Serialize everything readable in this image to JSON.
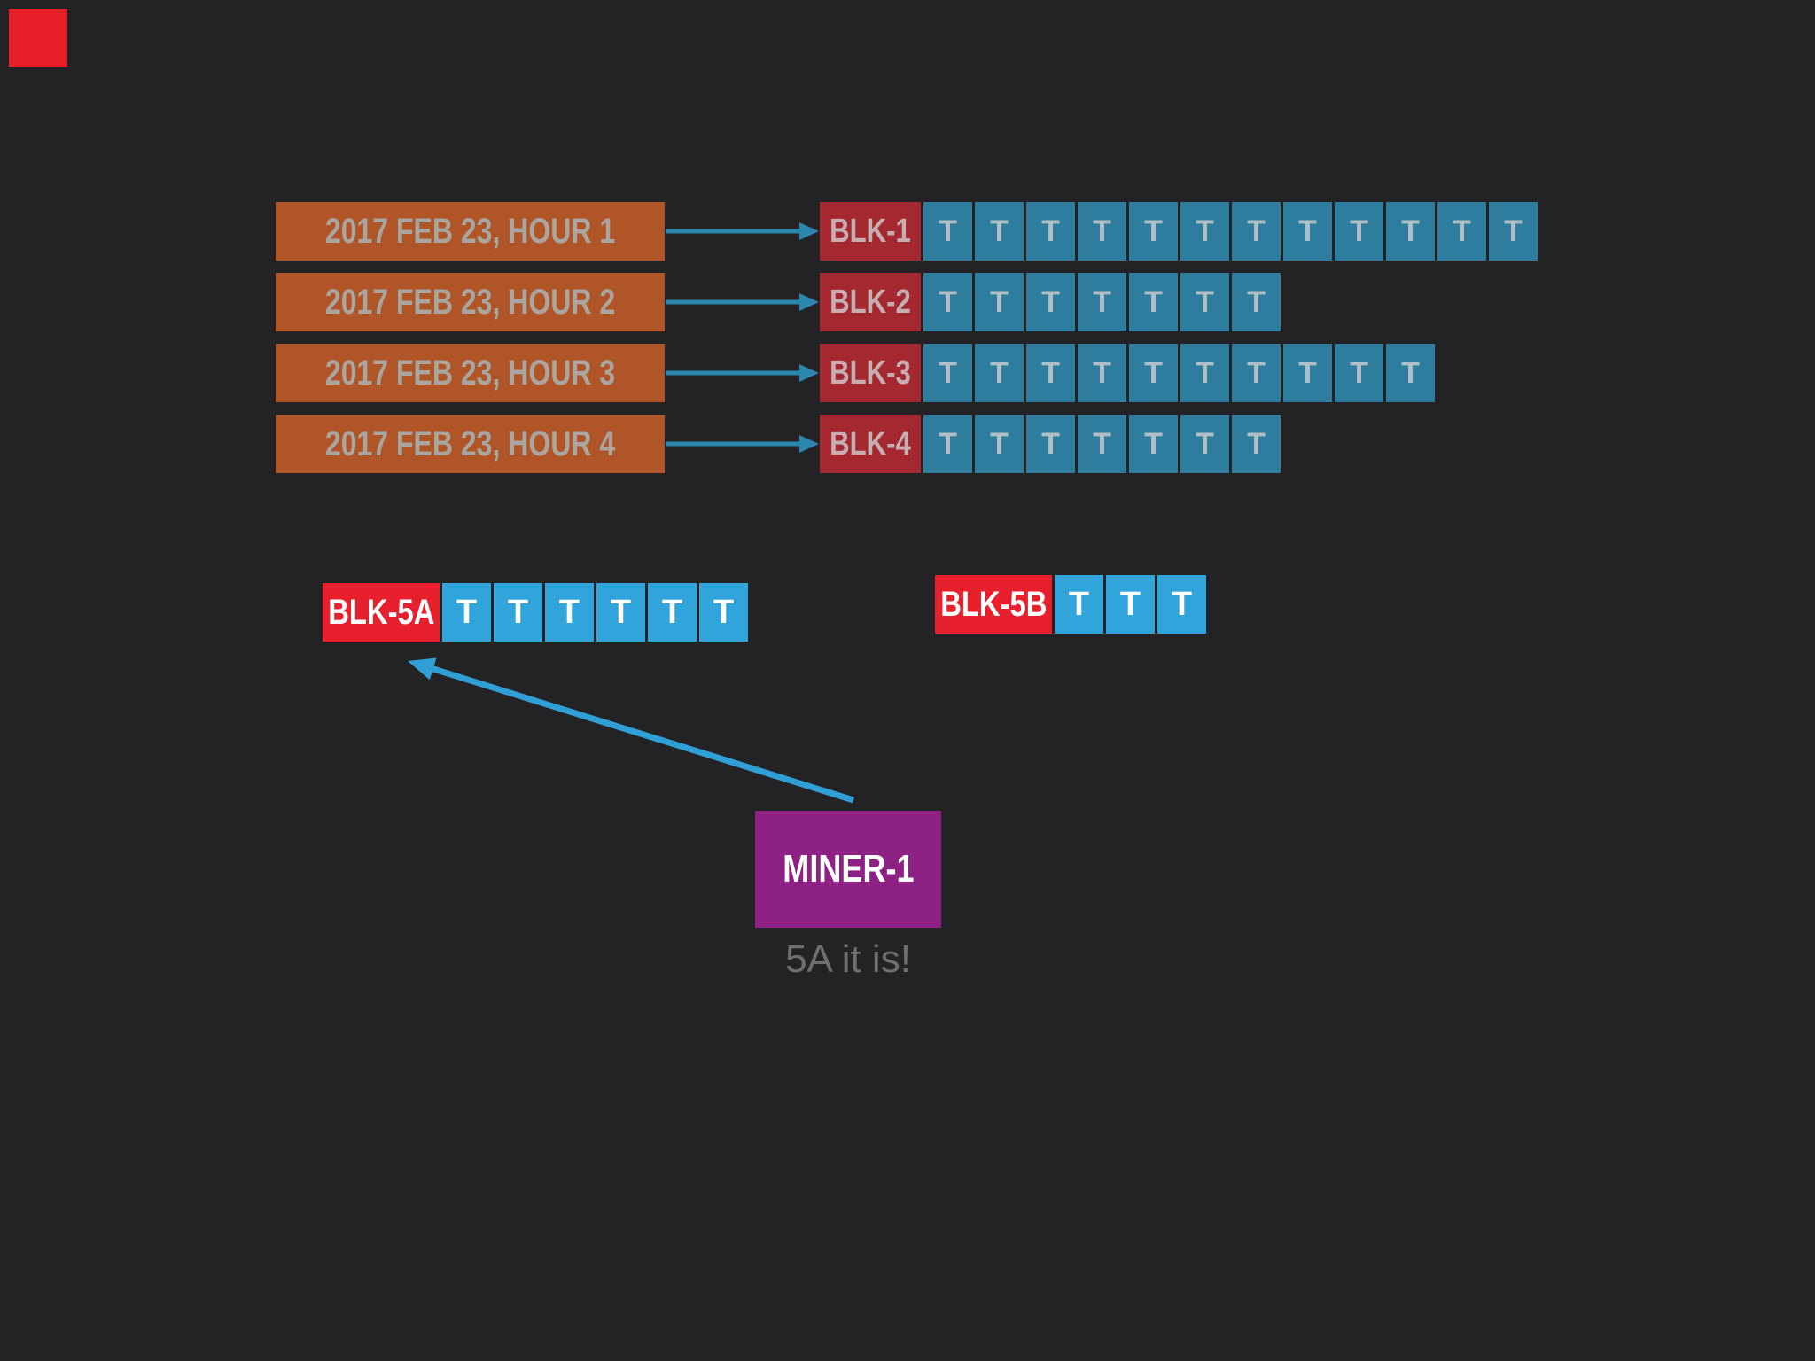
{
  "corner_square": {
    "color": "#e82029"
  },
  "hour_rows": [
    {
      "source_label": "2017 FEB 23, HOUR 1",
      "block_label": "BLK-1",
      "tx_count": 12
    },
    {
      "source_label": "2017 FEB 23, HOUR 2",
      "block_label": "BLK-2",
      "tx_count": 7
    },
    {
      "source_label": "2017 FEB 23, HOUR 3",
      "block_label": "BLK-3",
      "tx_count": 10
    },
    {
      "source_label": "2017 FEB 23, HOUR 4",
      "block_label": "BLK-4",
      "tx_count": 7
    }
  ],
  "tx_glyph": "T",
  "fork_rows": [
    {
      "block_label": "BLK-5A",
      "tx_count": 6
    },
    {
      "block_label": "BLK-5B",
      "tx_count": 3
    }
  ],
  "miner": {
    "label": "MINER-1",
    "caption": "5A it is!"
  },
  "colors": {
    "background": "#232325",
    "hour_bar": "#b05528",
    "hour_bar_text": "#aaa59e",
    "block_red": "#a52830",
    "block_text": "#c6aeb1",
    "tx_cell_teal": "#2e7d9e",
    "tx_glyph_teal_text": "#b0bfc6",
    "row_arrow": "#2b87ae",
    "fork_block_red": "#e8202e",
    "fork_tx_blue": "#31a4db",
    "fork_text": "#ffffff",
    "miner_purple": "#8d2184",
    "miner_arrow": "#2f9fd5",
    "caption_gray": "#6f6f6f"
  }
}
